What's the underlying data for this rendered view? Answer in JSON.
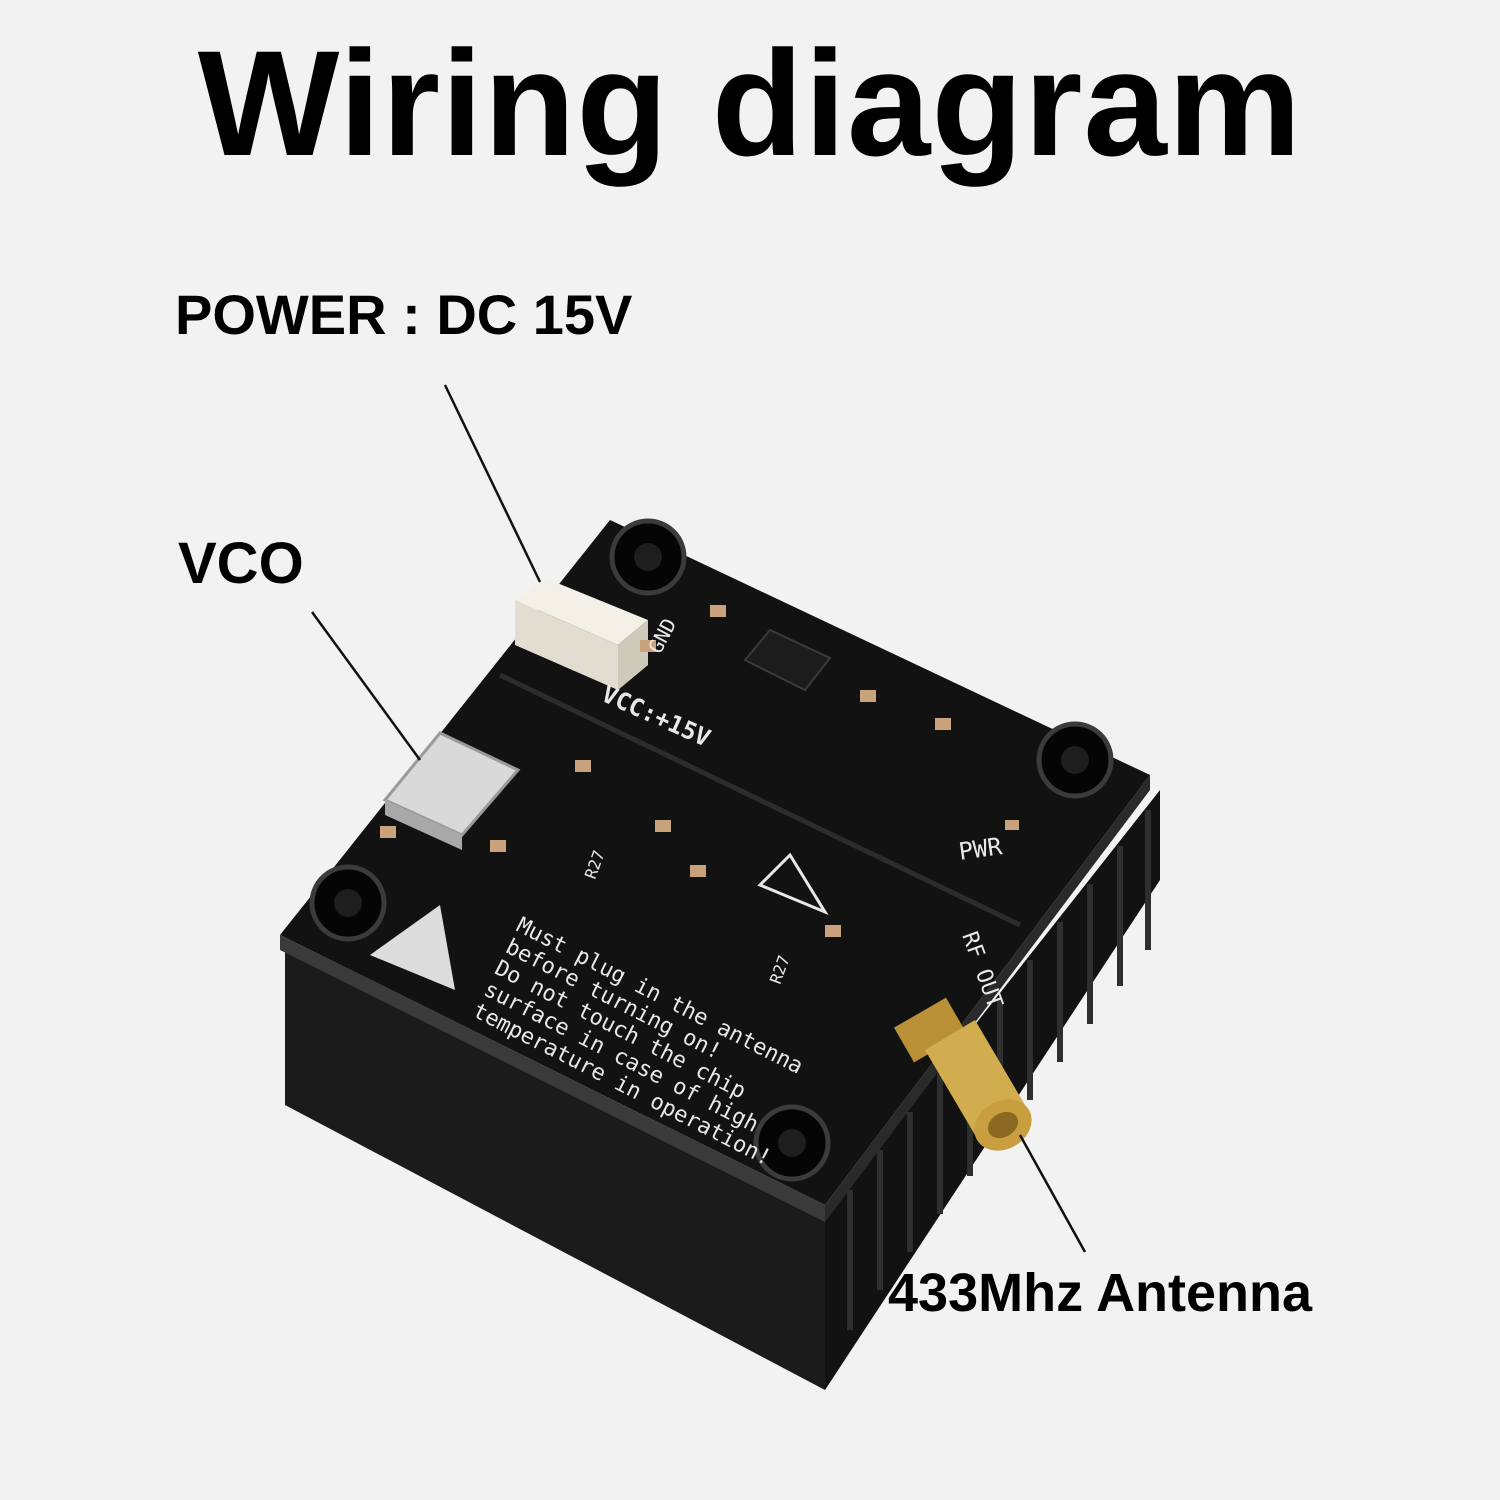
{
  "title": "Wiring diagram",
  "callouts": {
    "power": "POWER : DC 15V",
    "vco": "VCO",
    "antenna": "433Mhz Antenna"
  },
  "board": {
    "silkscreen": {
      "gnd": "GND",
      "vcc": "VCC:+15V",
      "pwr": "PWR",
      "rf_out": "RF OUT",
      "r27_a": "R27",
      "r27_b": "R27",
      "warning_lines": [
        "Must plug in the antenna",
        "before turning on!",
        "Do not touch the chip",
        "surface in case of high",
        "temperature in operation!"
      ]
    },
    "colors": {
      "pcb": "#111111",
      "heatsink": "#1a1a1a",
      "connector": "#f4f1e8",
      "sma_gold": "#c9a13a"
    }
  }
}
